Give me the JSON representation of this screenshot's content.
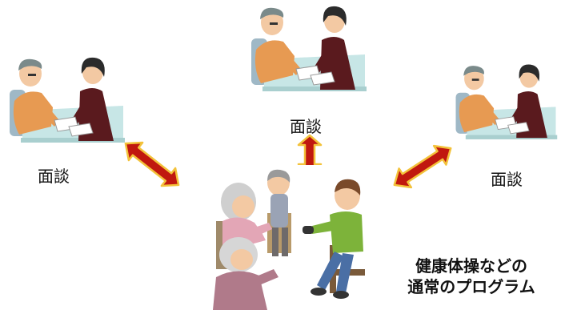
{
  "interviews": {
    "left": {
      "label": "面談"
    },
    "center": {
      "label": "面談"
    },
    "right": {
      "label": "面談"
    }
  },
  "program": {
    "caption_line1": "健康体操などの",
    "caption_line2": "通常のプログラム"
  },
  "colors": {
    "arrow_fill": "#c0180f",
    "arrow_outline": "#f3c23a",
    "table": "#c7e6e6",
    "staff_jacket": "#5a1a1e",
    "client_shirt": "#e79a52",
    "skin": "#f3c9a3"
  }
}
